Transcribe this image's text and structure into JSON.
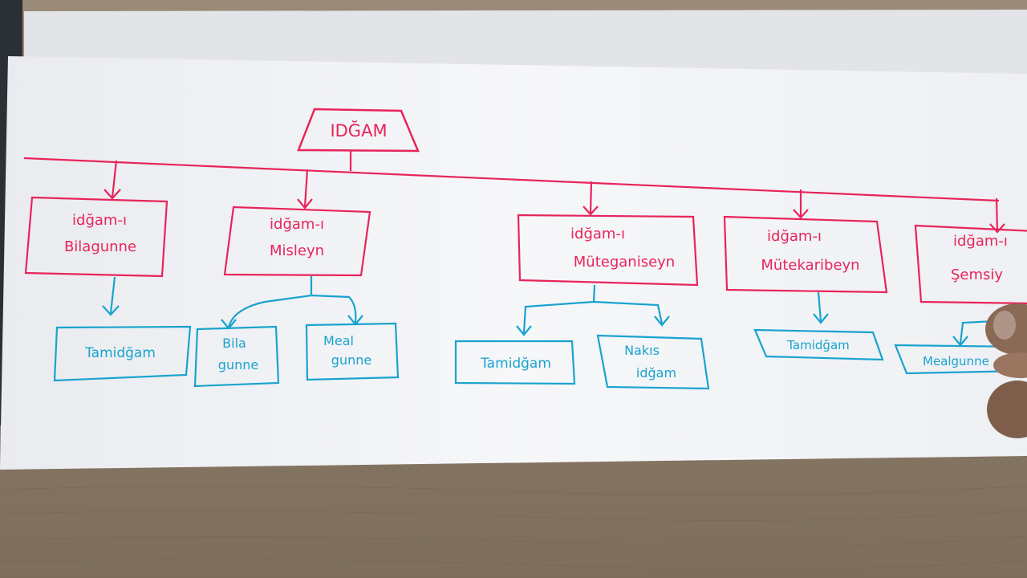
{
  "root": {
    "label": "IDĞAM"
  },
  "categories": [
    {
      "line1": "idğam-ı",
      "line2": "Bilagunne",
      "children": [
        {
          "line1": "Tamidğam",
          "line2": ""
        }
      ]
    },
    {
      "line1": "idğam-ı",
      "line2": "Misleyn",
      "children": [
        {
          "line1": "Bila",
          "line2": "gunne"
        },
        {
          "line1": "Meal",
          "line2": "gunne"
        }
      ]
    },
    {
      "line1": "idğam-ı",
      "line2": "Müteganiseyn",
      "children": [
        {
          "line1": "Tamidğam",
          "line2": ""
        },
        {
          "line1": "Nakıs",
          "line2": "idğam"
        }
      ]
    },
    {
      "line1": "idğam-ı",
      "line2": "Mütekaribeyn",
      "children": [
        {
          "line1": "Tamidğam",
          "line2": ""
        }
      ]
    },
    {
      "line1": "idğam-ı",
      "line2": "Şemsiy",
      "children": [
        {
          "line1": "Mealgunne",
          "line2": ""
        }
      ]
    }
  ],
  "colors": {
    "red_ink": "#e8245a",
    "blue_ink": "#19a3cf",
    "paper": "#f4f5f8",
    "table": "#8a7a68"
  }
}
